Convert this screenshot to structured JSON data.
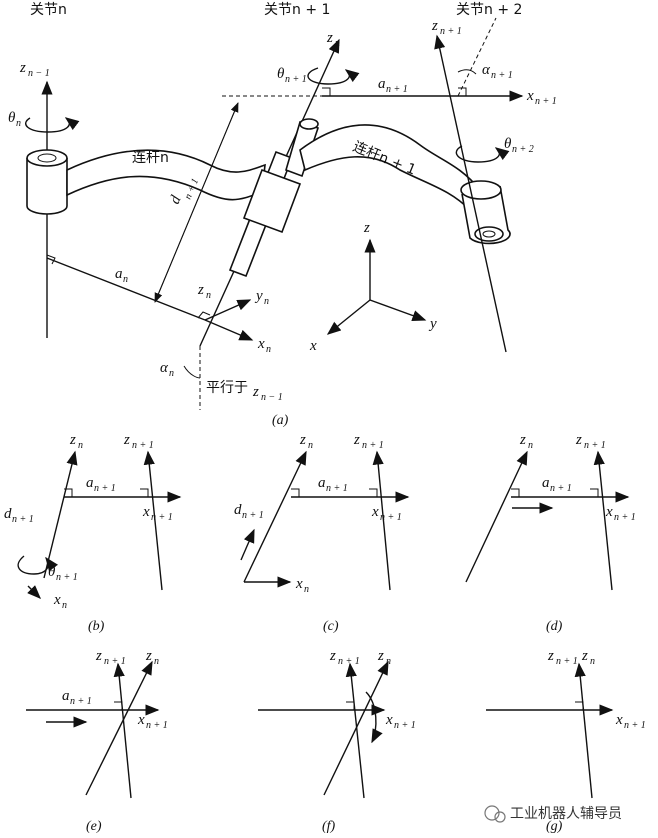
{
  "top_labels": {
    "joint_n": "关节n",
    "joint_n1": "关节n + 1",
    "joint_n2": "关节n + 2",
    "link_n": "连杆n",
    "link_n1": "连杆n + 1",
    "parallel": "平行于"
  },
  "symbols": {
    "z": "z",
    "x": "x",
    "y": "y",
    "a": "a",
    "d": "d",
    "theta": "θ",
    "alpha": "α",
    "n": "n",
    "nm1": "n − 1",
    "np1": "n + 1",
    "np2": "n + 2"
  },
  "captions": [
    "(a)",
    "(b)",
    "(c)",
    "(d)",
    "(e)",
    "(f)",
    "(g)"
  ],
  "panel_g_label": "z",
  "watermark": "工业机器人辅导员"
}
